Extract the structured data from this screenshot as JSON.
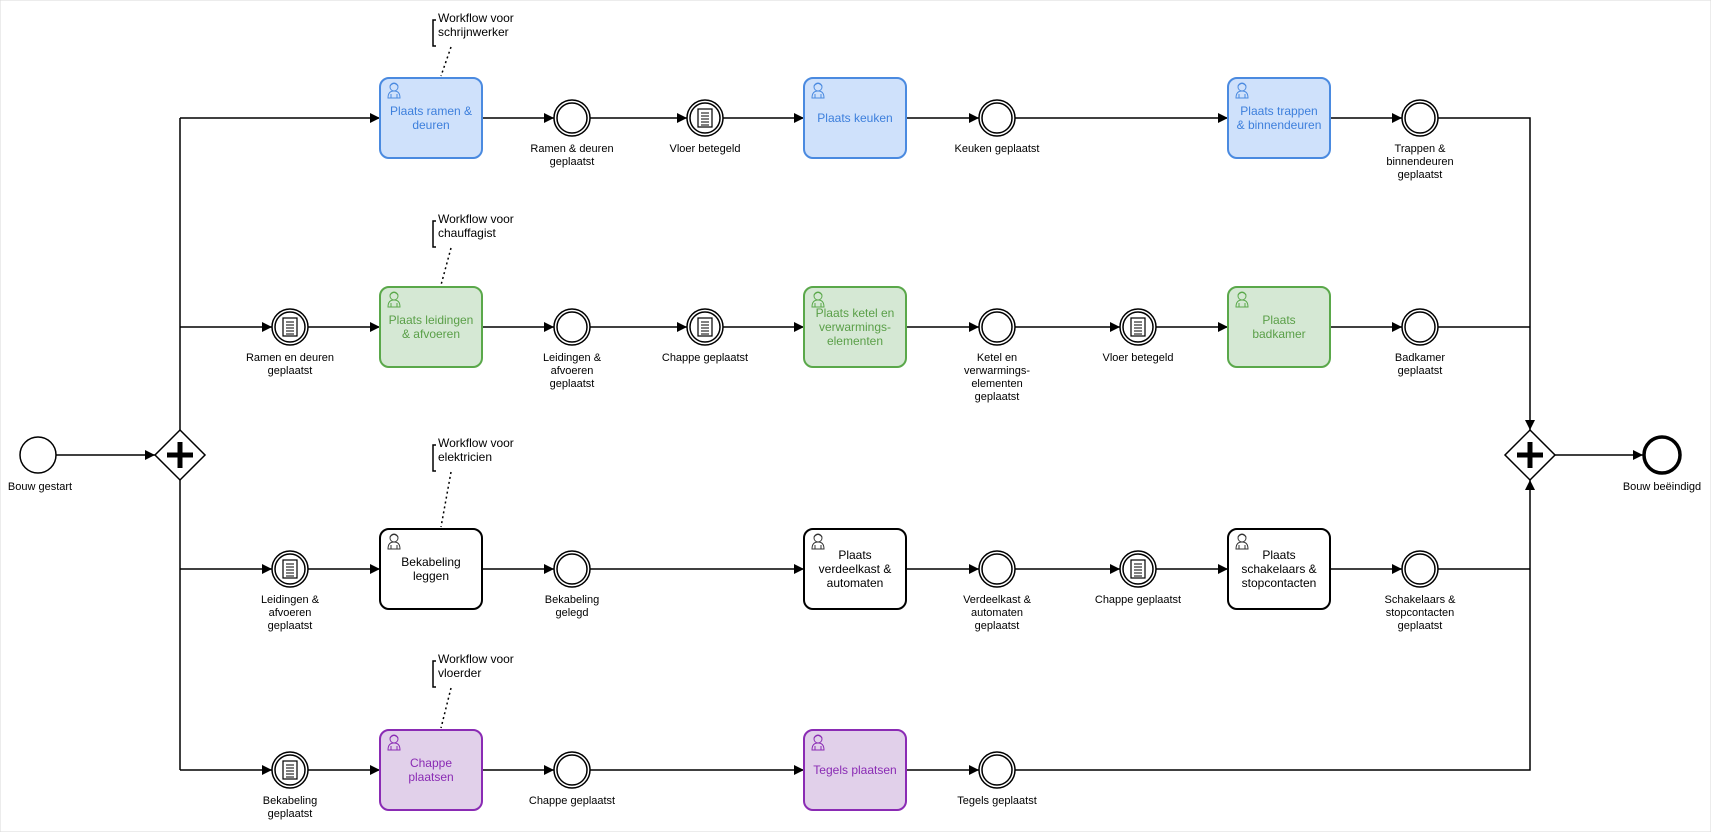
{
  "diagram": {
    "start_event": {
      "label": [
        "Bouw gestart"
      ]
    },
    "end_event": {
      "label": [
        "Bouw beëindigd"
      ]
    },
    "colors": {
      "blue": {
        "fill": "#cfe1fb",
        "stroke": "#4a8ae0",
        "text": "#3d7fdc"
      },
      "green": {
        "fill": "#d5e8d4",
        "stroke": "#5aa84a",
        "text": "#5a9f48"
      },
      "white": {
        "fill": "#ffffff",
        "stroke": "#000000",
        "text": "#000000"
      },
      "purple": {
        "fill": "#e1d0ea",
        "stroke": "#8a2bb4",
        "text": "#8a2bb4"
      }
    },
    "lanes": [
      {
        "name": "schrijnwerker",
        "color": "blue",
        "annotation": [
          "Workflow voor",
          "schrijnwerker"
        ],
        "items": [
          {
            "kind": "task",
            "label": [
              "Plaats ramen &",
              "deuren"
            ]
          },
          {
            "kind": "event",
            "label": [
              "Ramen & deuren",
              "geplaatst"
            ]
          },
          {
            "kind": "message",
            "label": [
              "Vloer betegeld"
            ]
          },
          {
            "kind": "task",
            "label": [
              "Plaats keuken"
            ]
          },
          {
            "kind": "event",
            "label": [
              "Keuken geplaatst"
            ]
          },
          {
            "kind": "task",
            "label": [
              "Plaats trappen",
              "& binnendeuren"
            ]
          },
          {
            "kind": "event",
            "label": [
              "Trappen &",
              "binnendeuren",
              "geplaatst"
            ]
          }
        ]
      },
      {
        "name": "chauffagist",
        "color": "green",
        "annotation": [
          "Workflow voor",
          "chauffagist"
        ],
        "items": [
          {
            "kind": "message",
            "label": [
              "Ramen en deuren",
              "geplaatst"
            ]
          },
          {
            "kind": "task",
            "label": [
              "Plaats leidingen",
              "& afvoeren"
            ]
          },
          {
            "kind": "event",
            "label": [
              "Leidingen &",
              "afvoeren",
              "geplaatst"
            ]
          },
          {
            "kind": "message",
            "label": [
              "Chappe geplaatst"
            ]
          },
          {
            "kind": "task",
            "label": [
              "Plaats ketel en",
              "verwarmings-",
              "elementen"
            ]
          },
          {
            "kind": "event",
            "label": [
              "Ketel en",
              "verwarmings-",
              "elementen",
              "geplaatst"
            ]
          },
          {
            "kind": "message",
            "label": [
              "Vloer betegeld"
            ]
          },
          {
            "kind": "task",
            "label": [
              "Plaats",
              "badkamer"
            ]
          },
          {
            "kind": "event",
            "label": [
              "Badkamer",
              "geplaatst"
            ]
          }
        ]
      },
      {
        "name": "elektricien",
        "color": "white",
        "annotation": [
          "Workflow voor",
          "elektricien"
        ],
        "items": [
          {
            "kind": "message",
            "label": [
              "Leidingen &",
              "afvoeren",
              "geplaatst"
            ]
          },
          {
            "kind": "task",
            "label": [
              "Bekabeling",
              "leggen"
            ]
          },
          {
            "kind": "event",
            "label": [
              "Bekabeling",
              "gelegd"
            ]
          },
          {
            "kind": "task",
            "label": [
              "Plaats",
              "verdeelkast &",
              "automaten"
            ]
          },
          {
            "kind": "event",
            "label": [
              "Verdeelkast &",
              "automaten",
              "geplaatst"
            ]
          },
          {
            "kind": "message",
            "label": [
              "Chappe geplaatst"
            ]
          },
          {
            "kind": "task",
            "label": [
              "Plaats",
              "schakelaars &",
              "stopcontacten"
            ]
          },
          {
            "kind": "event",
            "label": [
              "Schakelaars &",
              "stopcontacten",
              "geplaatst"
            ]
          }
        ]
      },
      {
        "name": "vloerder",
        "color": "purple",
        "annotation": [
          "Workflow voor",
          "vloerder"
        ],
        "items": [
          {
            "kind": "message",
            "label": [
              "Bekabeling",
              "geplaatst"
            ]
          },
          {
            "kind": "task",
            "label": [
              "Chappe",
              "plaatsen"
            ]
          },
          {
            "kind": "event",
            "label": [
              "Chappe geplaatst"
            ]
          },
          {
            "kind": "task",
            "label": [
              "Tegels plaatsen"
            ]
          },
          {
            "kind": "event",
            "label": [
              "Tegels geplaatst"
            ]
          }
        ]
      }
    ]
  }
}
